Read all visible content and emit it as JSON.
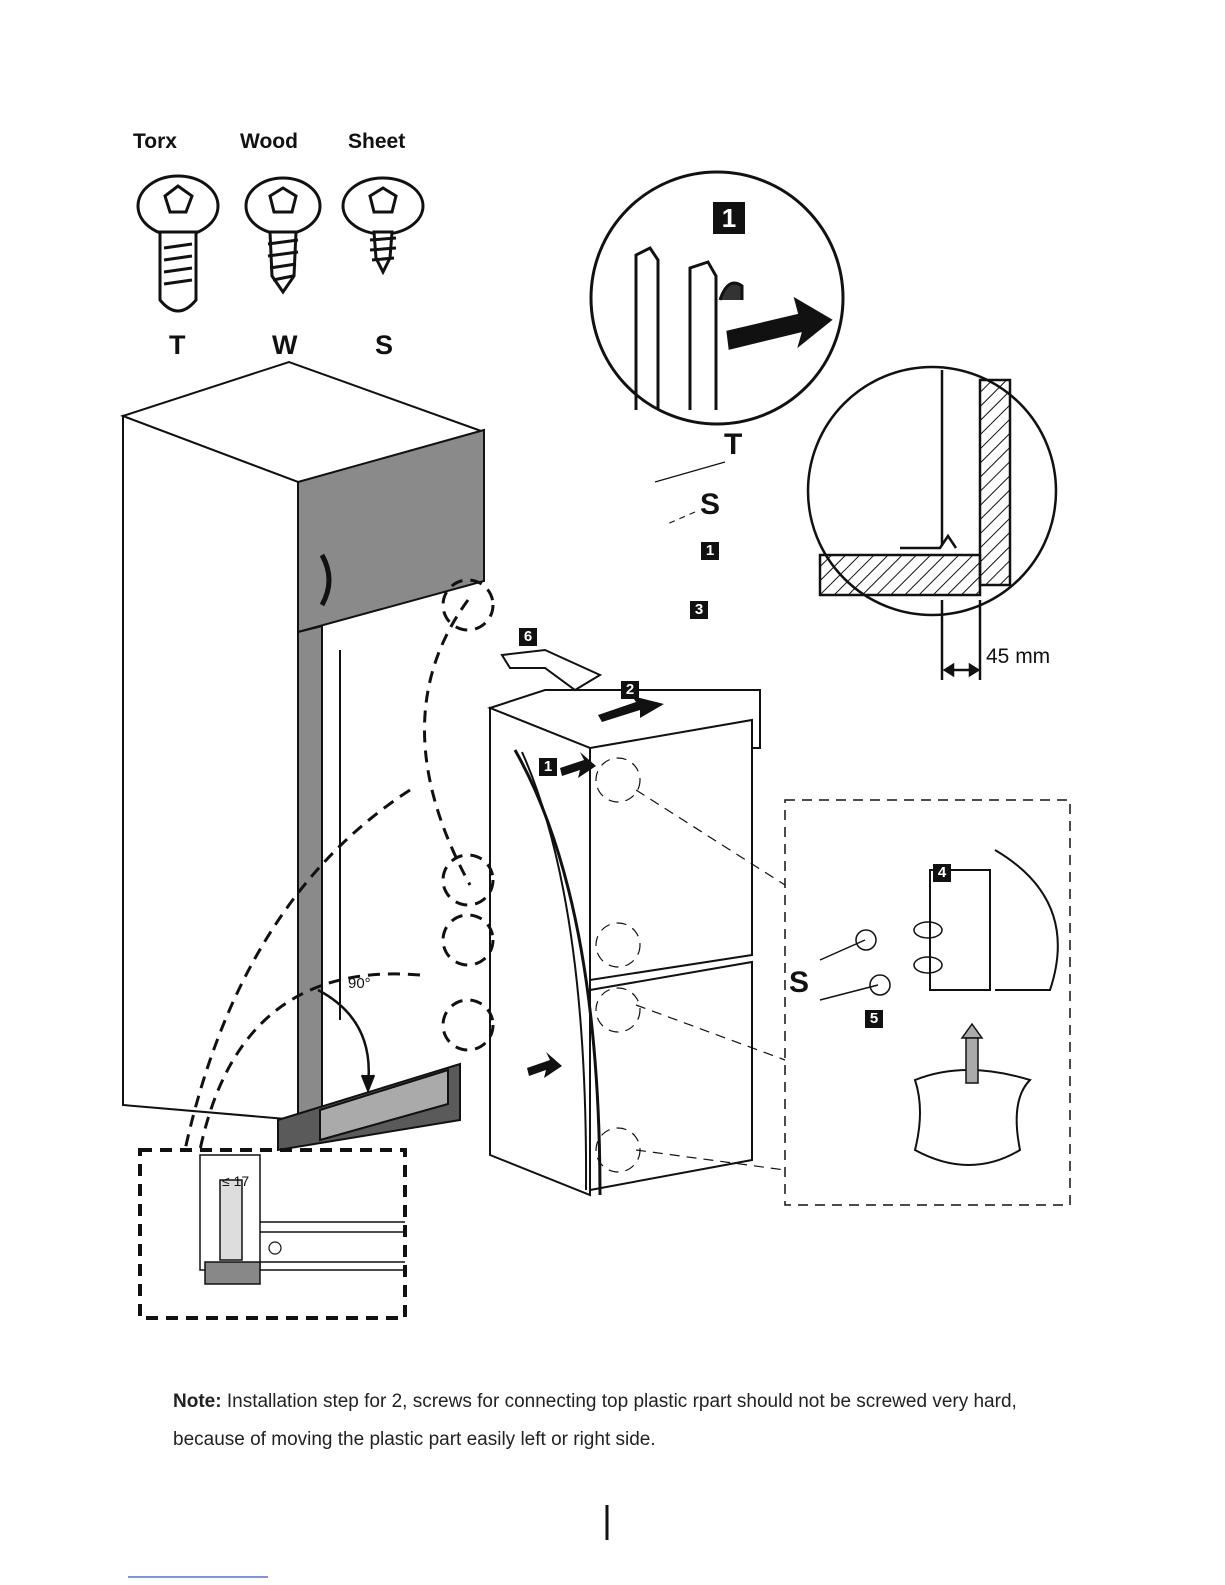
{
  "screws": {
    "torx": {
      "name": "Torx",
      "code": "T"
    },
    "wood": {
      "name": "Wood",
      "code": "W"
    },
    "sheet": {
      "name": "Sheet",
      "code": "S"
    }
  },
  "callouts": {
    "circle_top_step": "1",
    "t_label": "T",
    "s_label_top": "S",
    "step_1a": "1",
    "step_3": "3",
    "step_6": "6",
    "step_2": "2",
    "step_1b": "1",
    "dimension_45": "45 mm",
    "step_4": "4",
    "step_5": "5",
    "s_label_side": "S",
    "angle_90": "90°",
    "dimension_17": "≤ 17"
  },
  "note": {
    "label": "Note:",
    "text": "Installation step for 2, screws for connecting top plastic rpart should not be screwed very hard, because of moving the plastic part easily left or right side."
  },
  "colors": {
    "cabinet_door_gray": "#8a8a8a",
    "plinth_dark": "#5a5a5a",
    "line": "#111111"
  }
}
